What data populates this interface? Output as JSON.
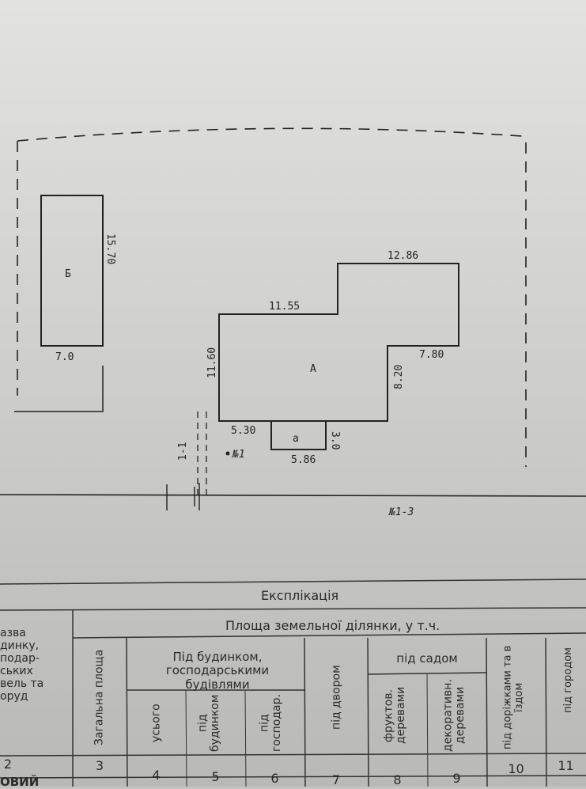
{
  "plan": {
    "building_b": {
      "label": "Б",
      "height_dim": "15.70",
      "width_dim": "7.0"
    },
    "building_a": {
      "label": "А",
      "top_left_dim": "11.55",
      "top_right_dim": "12.86",
      "left_dim": "11.60",
      "right_dim": "8.20",
      "step_dim": "7.80",
      "bottom_left_dim": "5.30"
    },
    "annex": {
      "label": "а",
      "width_dim": "5.86",
      "depth_dim": "3.0"
    },
    "gate_label": "1-1",
    "point_label": "№1",
    "boundary_label": "№1-3"
  },
  "table": {
    "title": "Експлікація",
    "col1_header": "азва\nдинку,\nподар-\nських\nвель та\nоруд",
    "area_header": "Площа земельної ділянки, у т.ч.",
    "total_area": "Загальна площа",
    "under_buildings": "Під будинком, господарськими будівлями",
    "total": "усього",
    "under_house": "під будинком",
    "under_outbuildings": "під господар.",
    "under_yard": "під двором",
    "under_garden": "під садом",
    "fruit_trees": "фруктов. деревами",
    "decorative_trees": "декоративн. деревами",
    "under_paths": "під доріжками та в їздом",
    "under_vegetable": "під городом",
    "numbers": [
      "2",
      "3",
      "4",
      "5",
      "6",
      "7",
      "8",
      "9",
      "10",
      "11"
    ],
    "row1_partial": "ОВИЙ"
  }
}
